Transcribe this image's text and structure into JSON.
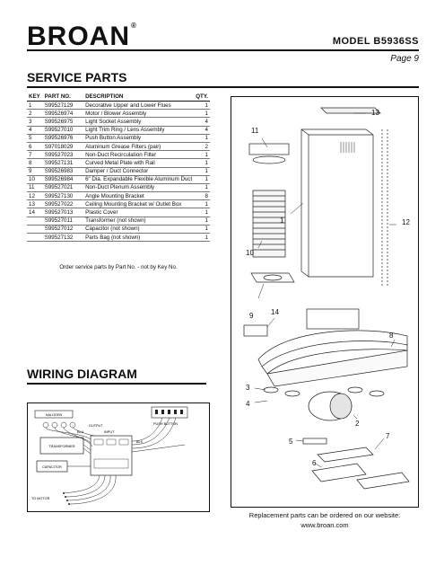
{
  "header": {
    "brand": "BROAN",
    "registered_mark": "®",
    "model_label": "MODEL  B5936SS",
    "page_label": "Page 9"
  },
  "service_parts": {
    "title": "SERVICE PARTS",
    "columns": [
      "KEY",
      "PART NO.",
      "DESCRIPTION",
      "QTY."
    ],
    "rows": [
      [
        "1",
        "S99527129",
        "Decorative Upper and Lower Flues",
        "1"
      ],
      [
        "2",
        "S99526974",
        "Motor / Blower Assembly",
        "1"
      ],
      [
        "3",
        "S99526975",
        "Light Socket Assembly",
        "4"
      ],
      [
        "4",
        "S99527010",
        "Light Trim Ring / Lens Assembly",
        "4"
      ],
      [
        "5",
        "S99526976",
        "Push Button Assembly",
        "1"
      ],
      [
        "6",
        "S97018029",
        "Aluminum Grease Filters (pair)",
        "2"
      ],
      [
        "7",
        "S99527023",
        "Non-Duct Recirculation Filter",
        "1"
      ],
      [
        "8",
        "S99527131",
        "Curved Metal Plate with Rail",
        "1"
      ],
      [
        "9",
        "S99526983",
        "Damper / Duct Connector",
        "1"
      ],
      [
        "10",
        "S99526984",
        "6\" Dia. Expandable Flexible Aluminum Duct",
        "1"
      ],
      [
        "11",
        "S99527021",
        "Non-Duct Plenum Assembly",
        "1"
      ],
      [
        "12",
        "S99527130",
        "Angle Mounting Bracket",
        "8"
      ],
      [
        "13",
        "S99527022",
        "Ceiling Mounting Bracket w/ Outlet Box",
        "1"
      ],
      [
        "14",
        "S99527013",
        "Plastic Cover",
        "1"
      ],
      [
        "",
        "S99527011",
        "Transformer (not shown)",
        "1"
      ],
      [
        "",
        "S99527012",
        "Capacitor (not shown)",
        "1"
      ],
      [
        "",
        "S99527132",
        "Parts Bag (not shown)",
        "1"
      ]
    ],
    "order_note": "Order service parts by Part No. - not by Key No."
  },
  "wiring": {
    "title": "WIRING DIAGRAM",
    "labels": {
      "halogen": "HALOGEN",
      "output": "OUTPUT",
      "input": "INPUT",
      "transformer": "TRANSFORMER",
      "capacitor": "CAPACITOR",
      "push_button": "PUSH BUTTON",
      "to_motor": "TO MOTOR",
      "blu": "BLU",
      "blk": "BLK"
    }
  },
  "callouts": [
    "1",
    "2",
    "3",
    "4",
    "5",
    "6",
    "7",
    "8",
    "9",
    "10",
    "11",
    "12",
    "13",
    "14"
  ],
  "footer": {
    "line1": "Replacement parts can be ordered on our website:",
    "line2": "www.broan.com"
  }
}
